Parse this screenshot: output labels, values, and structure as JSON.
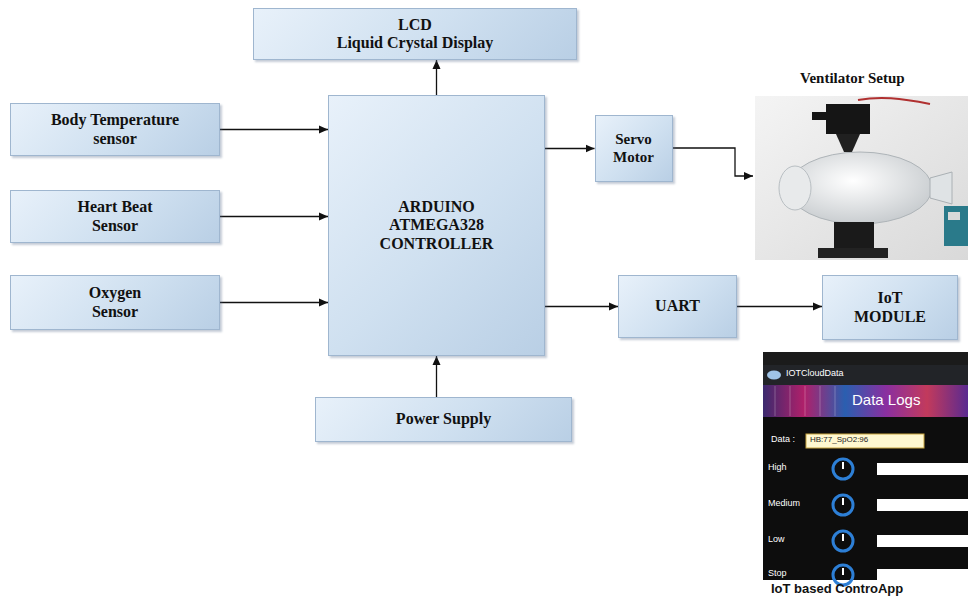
{
  "diagram": {
    "nodes": [
      {
        "text": [
          "LCD",
          "Liquid Crystal Display"
        ]
      },
      {
        "text": [
          "Body Temperature sensor"
        ]
      },
      {
        "text": [
          "ARDUINO ATMEGA328 CONTROLLER"
        ]
      },
      {
        "text": [
          "Heart Beat Sensor"
        ]
      },
      {
        "text": [
          "Oxygen Sensor"
        ]
      },
      {
        "text": [
          "Servo Motor"
        ]
      },
      {
        "text": [
          "UART"
        ]
      },
      {
        "text": [
          "IoT MODULE"
        ]
      },
      {
        "text": [
          "Power Supply"
        ]
      }
    ],
    "edges": [
      {
        "from": 2,
        "to": 0,
        "arrow": "to"
      },
      {
        "from": 1,
        "to": 2,
        "arrow": "to"
      },
      {
        "from": 3,
        "to": 2,
        "arrow": "to"
      },
      {
        "from": 4,
        "to": 2,
        "arrow": "to"
      },
      {
        "from": 2,
        "to": 5,
        "arrow": "to"
      },
      {
        "from": 2,
        "to": 6,
        "arrow": "to"
      },
      {
        "from": 6,
        "to": 7,
        "arrow": "to"
      },
      {
        "from": 8,
        "to": 2,
        "arrow": "to"
      }
    ],
    "labels": [
      "Ventilator Setup",
      "IOTCloudData",
      "Data Logs",
      "Data :",
      "HB:77_SpO2:96",
      "High",
      "Medium",
      "Low",
      "Stop",
      "IoT based ControApp"
    ]
  }
}
